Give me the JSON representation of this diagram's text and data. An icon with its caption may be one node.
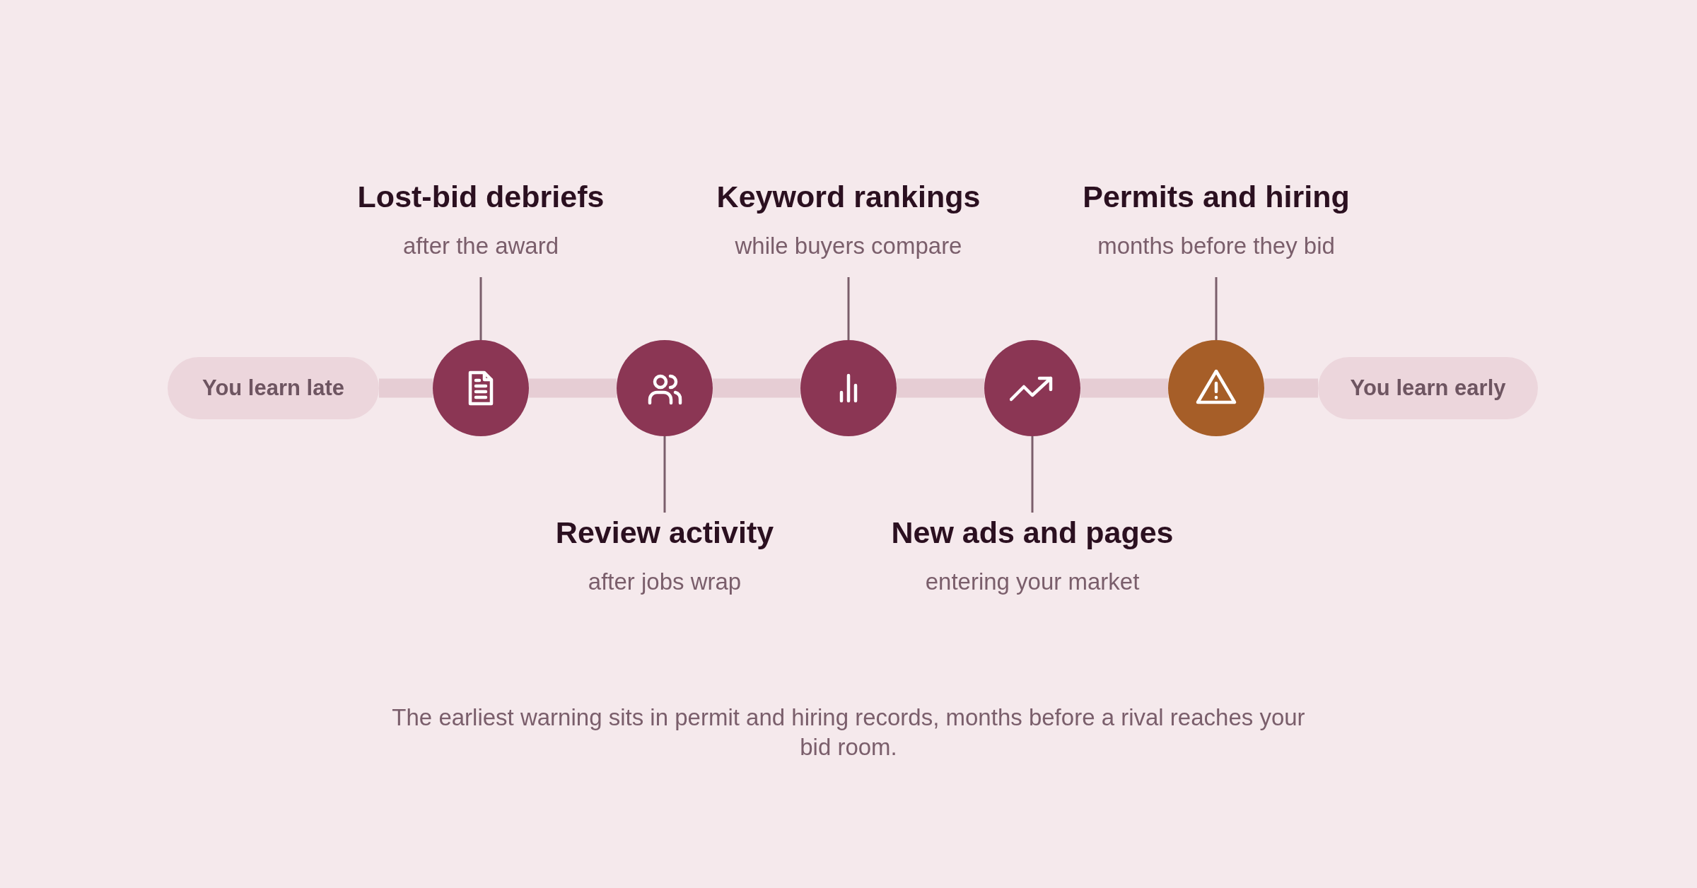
{
  "diagram": {
    "caption": "The earliest warning sits in permit and hiring records, months before a rival reaches your bid room.",
    "nodes": [
      {
        "text": [
          "You learn late"
        ]
      },
      {
        "text": [],
        "shape": "circle"
      },
      {
        "text": [],
        "shape": "circle"
      },
      {
        "text": [],
        "shape": "circle"
      },
      {
        "text": [],
        "shape": "circle"
      },
      {
        "text": [],
        "shape": "circle"
      },
      {
        "text": [
          "You learn early"
        ]
      },
      {
        "text": [
          "Lost-bid debriefs",
          "after the award"
        ]
      },
      {
        "text": [
          "Review activity",
          "after jobs wrap"
        ]
      },
      {
        "text": [
          "Keyword rankings",
          "while buyers compare"
        ]
      },
      {
        "text": [
          "New ads and pages",
          "entering your market"
        ]
      },
      {
        "text": [
          "Permits and hiring",
          "months before they bid"
        ]
      }
    ],
    "edges": [
      {
        "from": 0,
        "to": 1,
        "arrow": "none"
      },
      {
        "from": 1,
        "to": 2,
        "arrow": "none"
      },
      {
        "from": 2,
        "to": 3,
        "arrow": "none"
      },
      {
        "from": 3,
        "to": 4,
        "arrow": "none"
      },
      {
        "from": 4,
        "to": 5,
        "arrow": "none"
      },
      {
        "from": 5,
        "to": 6,
        "arrow": "none"
      },
      {
        "from": 7,
        "to": 1,
        "arrow": "none",
        "color": "#7a5e6b"
      },
      {
        "from": 8,
        "to": 2,
        "arrow": "none",
        "color": "#7a5e6b"
      },
      {
        "from": 9,
        "to": 3,
        "arrow": "none",
        "color": "#7a5e6b"
      },
      {
        "from": 10,
        "to": 4,
        "arrow": "none",
        "color": "#7a5e6b"
      },
      {
        "from": 11,
        "to": 5,
        "arrow": "none",
        "color": "#7a5e6b"
      }
    ]
  }
}
